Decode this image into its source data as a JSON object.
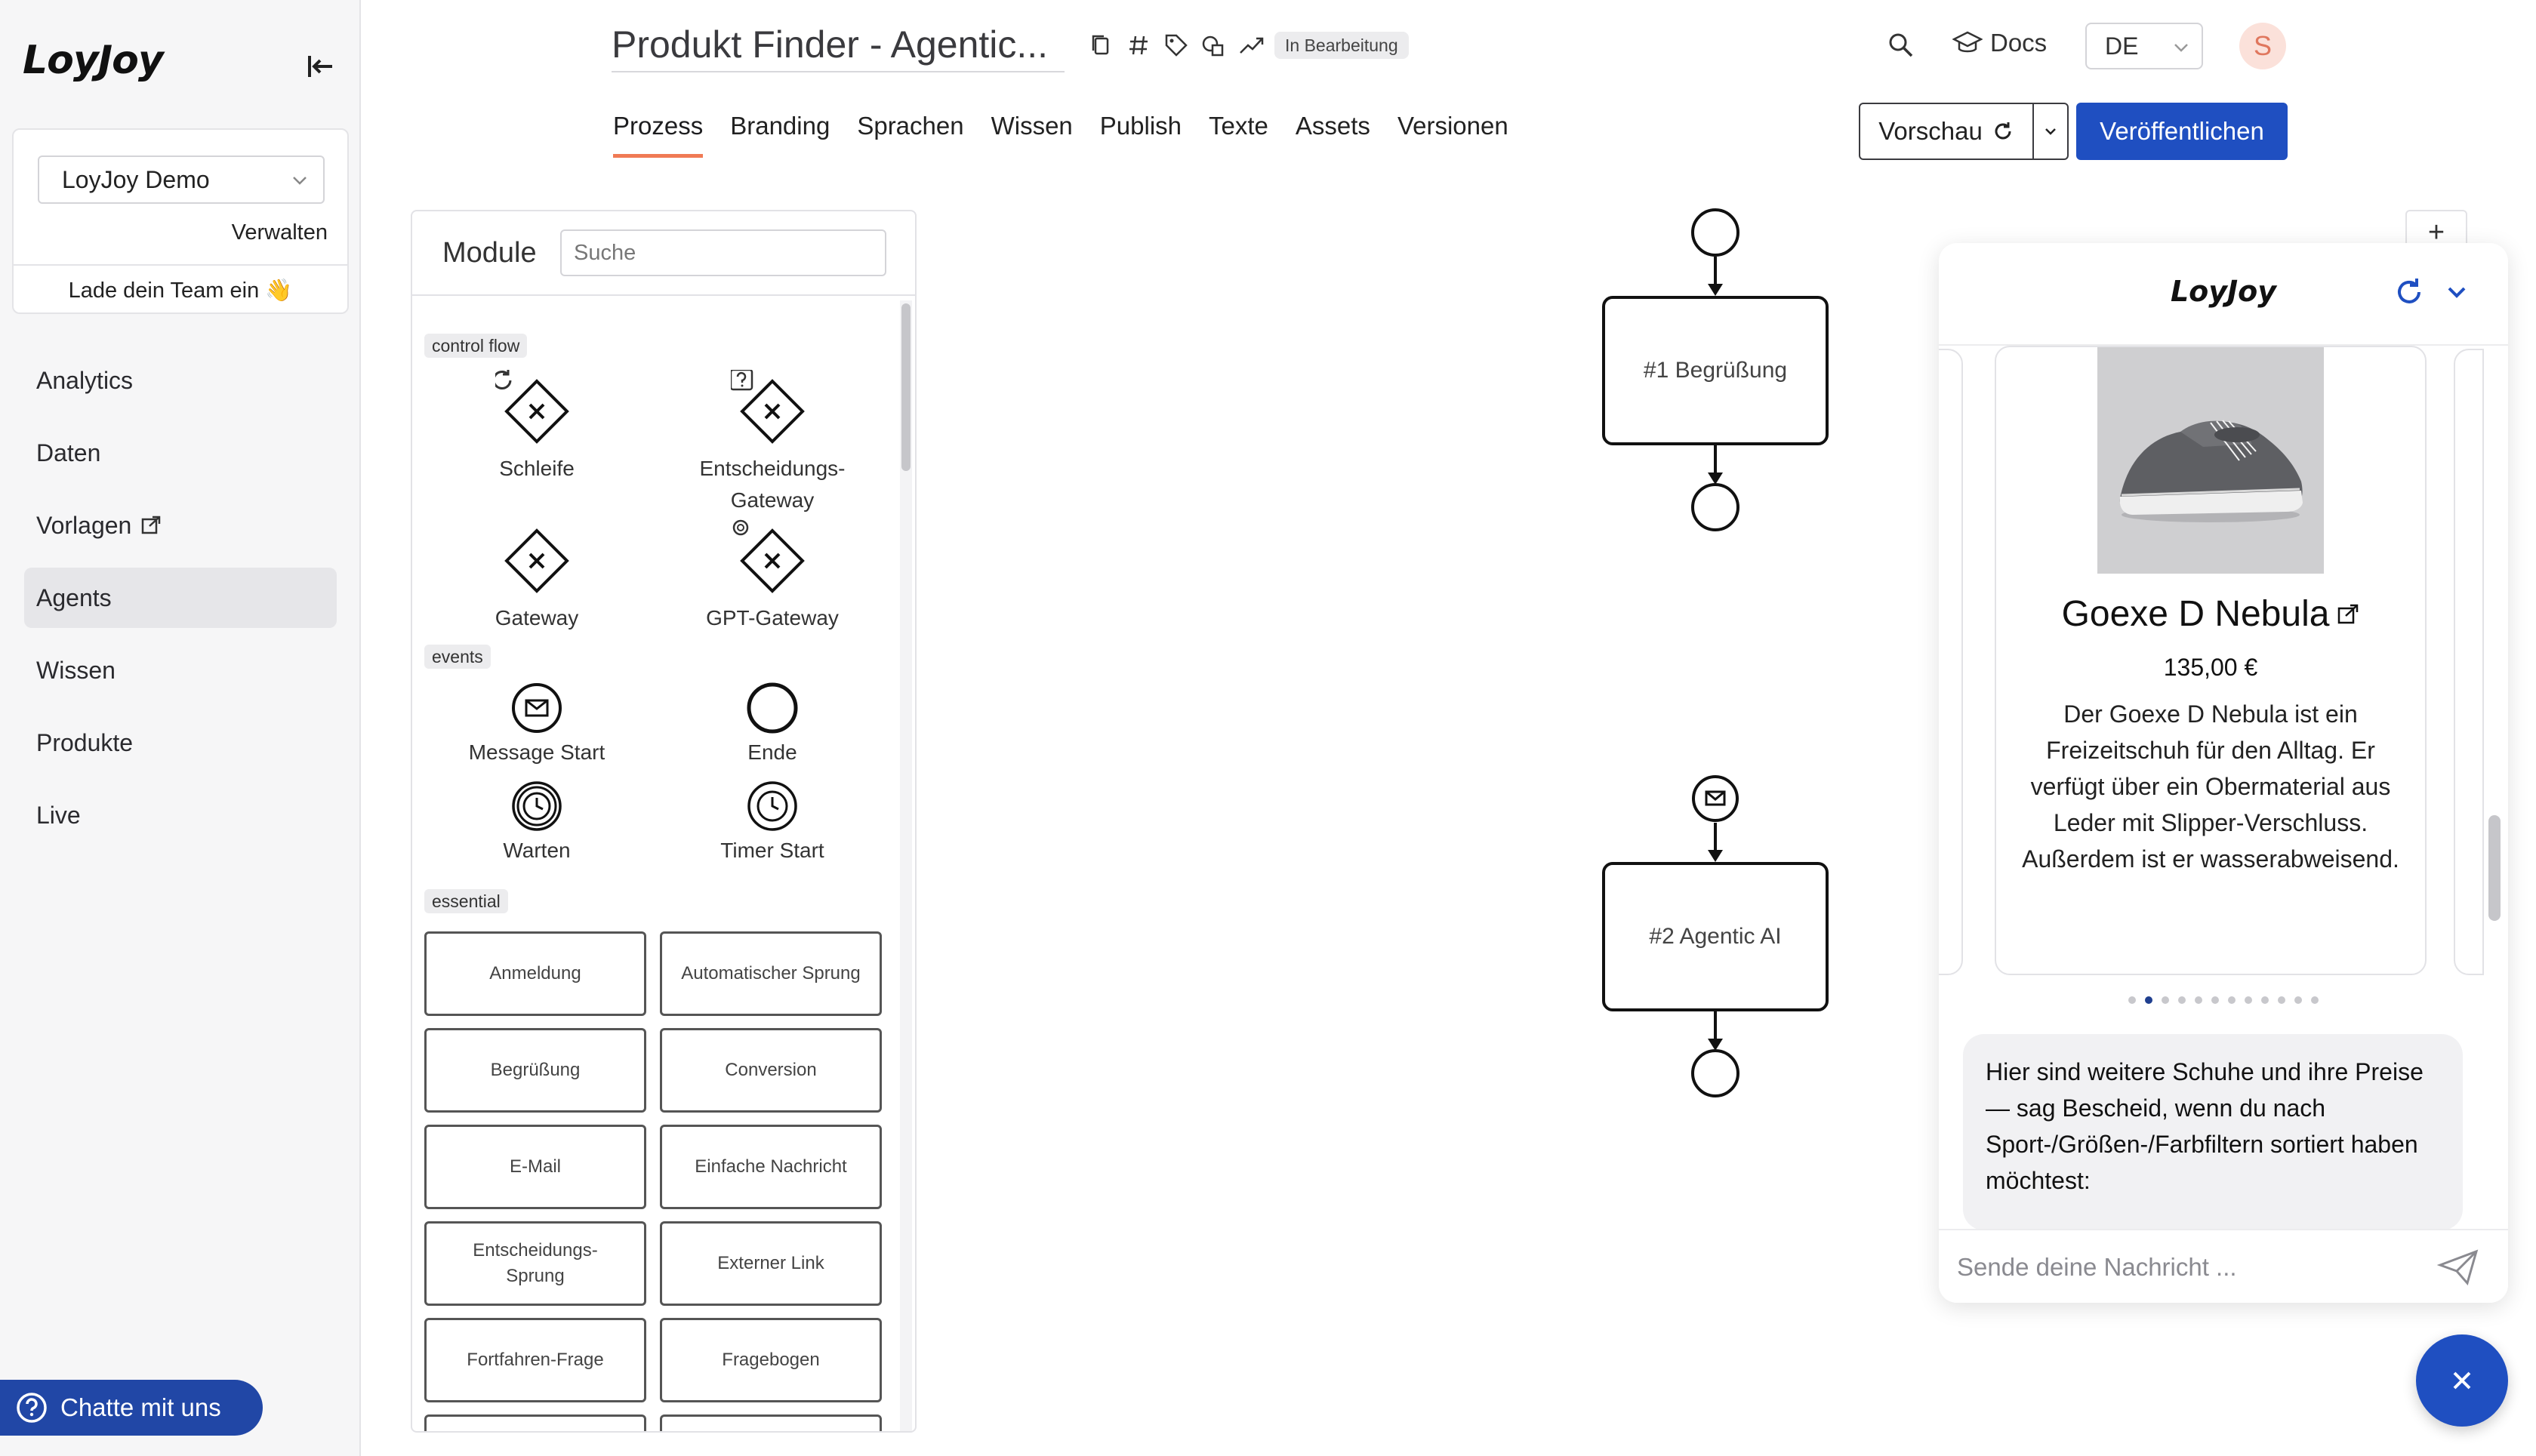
{
  "app": {
    "logo": "LoyJoy",
    "team_select": "LoyJoy Demo",
    "manage_link": "Verwalten",
    "invite_text": "Lade dein Team ein 👋",
    "nav": [
      {
        "label": "Analytics"
      },
      {
        "label": "Daten"
      },
      {
        "label": "Vorlagen"
      },
      {
        "label": "Agents"
      },
      {
        "label": "Wissen"
      },
      {
        "label": "Produkte"
      },
      {
        "label": "Live"
      }
    ],
    "chat_support": "Chatte mit uns"
  },
  "header": {
    "title": "Produkt Finder - Agentic...",
    "status_badge": "In Bearbeitung",
    "docs": "Docs",
    "language": "DE",
    "avatar_initial": "S",
    "tabs": [
      "Prozess",
      "Branding",
      "Sprachen",
      "Wissen",
      "Publish",
      "Texte",
      "Assets",
      "Versionen"
    ],
    "preview_label": "Vorschau",
    "publish_label": "Veröffentlichen",
    "accent_color": "#1f4fc1"
  },
  "modules": {
    "title": "Module",
    "search_placeholder": "Suche",
    "categories": {
      "control_flow": "control flow",
      "events": "events",
      "essential": "essential"
    },
    "control_flow": [
      "Schleife",
      "Entscheidungs-Gateway",
      "Gateway",
      "GPT-Gateway"
    ],
    "events": [
      "Message Start",
      "Ende",
      "Warten",
      "Timer Start"
    ],
    "essential": [
      "Anmeldung",
      "Automatischer Sprung",
      "Begrüßung",
      "Conversion",
      "E-Mail",
      "Einfache Nachricht",
      "Entscheidungs-Sprung",
      "Externer Link",
      "Fortfahren-Frage",
      "Fragebogen"
    ]
  },
  "canvas": {
    "nodes": [
      "#1 Begrüßung",
      "#2 Agentic AI"
    ],
    "add_label": "+"
  },
  "chat": {
    "logo": "LoyJoy",
    "product": {
      "name": "Goexe D Nebula",
      "price": "135,00 €",
      "description": "Der Goexe D Nebula ist ein Freizeitschuh für den Alltag. Er verfügt über ein Obermaterial aus Leder mit Slipper-Verschluss. Außerdem ist er wasserabweisend."
    },
    "carousel_count": 12,
    "carousel_active_index": 1,
    "message": "Hier sind weitere Schuhe und ihre Preise — sag Bescheid, wenn du nach Sport-/Größen-/Farbfiltern sortiert haben möchtest:",
    "input_placeholder": "Sende deine Nachricht ..."
  }
}
